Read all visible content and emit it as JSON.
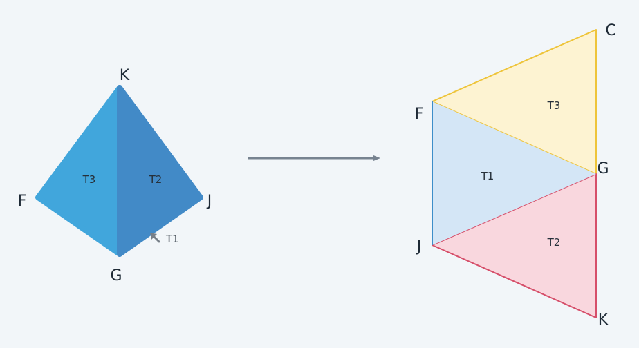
{
  "tetrahedron": {
    "vertices": {
      "top": "K",
      "left": "F",
      "right": "J",
      "bottom": "G"
    },
    "faces": {
      "left": "T3",
      "right": "T2",
      "hidden": "T1"
    },
    "colors": {
      "left_face": "#41a6dc",
      "right_face": "#428ac7",
      "pointer": "#777f88"
    }
  },
  "net": {
    "vertices": {
      "top_right": "C",
      "left_top": "F",
      "middle_right": "G",
      "left_bottom": "J",
      "bottom_right": "K"
    },
    "faces": {
      "top": "T3",
      "middle": "T1",
      "bottom": "T2"
    },
    "colors": {
      "top_fill": "#fdf3d2",
      "top_stroke": "#eec43a",
      "middle_fill": "#d4e6f6",
      "middle_stroke": "#3d8ec9",
      "bottom_fill": "#f9d7de",
      "bottom_stroke": "#d64f6a"
    }
  },
  "arrow": {
    "color": "#778390"
  }
}
